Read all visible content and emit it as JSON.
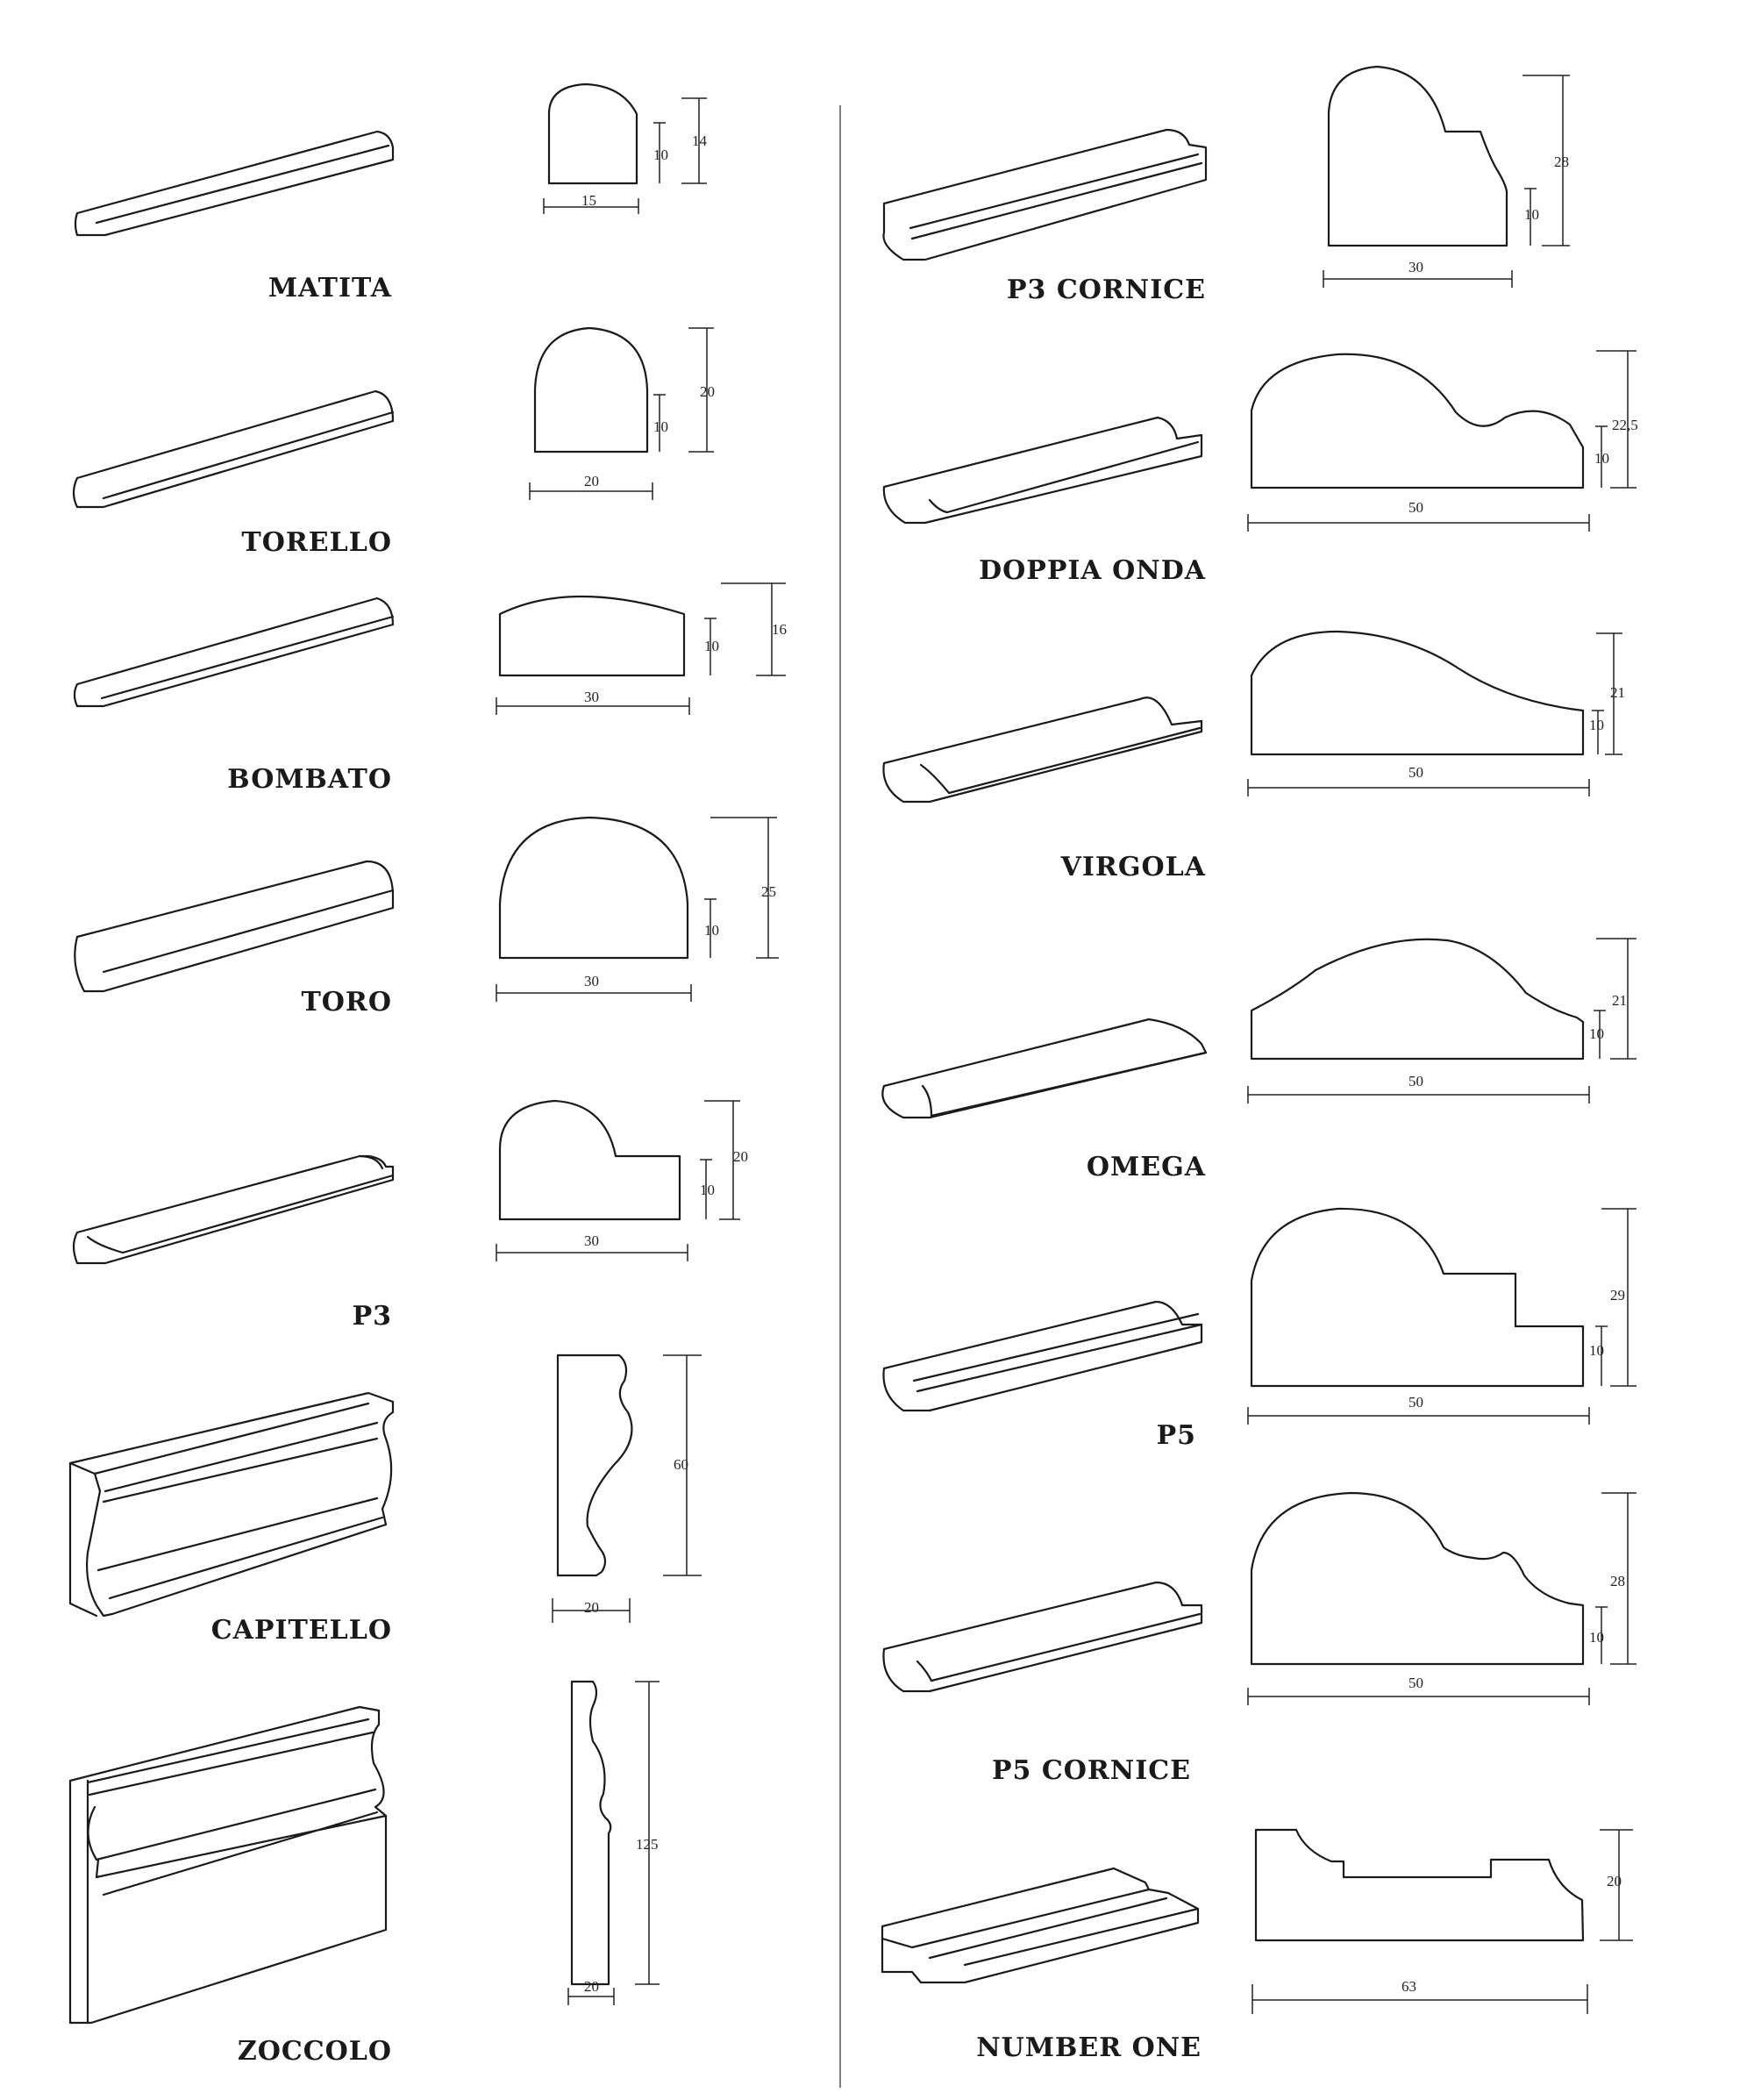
{
  "catalog": {
    "items": [
      {
        "label": "MATITA",
        "width": "15",
        "height": "14",
        "base": "10"
      },
      {
        "label": "TORELLO",
        "width": "20",
        "height": "20",
        "base": "10"
      },
      {
        "label": "BOMBATO",
        "width": "30",
        "height": "16",
        "base": "10"
      },
      {
        "label": "TORO",
        "width": "30",
        "height": "25",
        "base": "10"
      },
      {
        "label": "P3",
        "width": "30",
        "height": "20",
        "base": "10"
      },
      {
        "label": "CAPITELLO",
        "width": "20",
        "height": "60"
      },
      {
        "label": "ZOCCOLO",
        "width": "20",
        "height": "125"
      },
      {
        "label": "P3 CORNICE",
        "width": "30",
        "height": "28",
        "base": "10"
      },
      {
        "label": "DOPPIA ONDA",
        "width": "50",
        "height": "22,5",
        "base": "10"
      },
      {
        "label": "VIRGOLA",
        "width": "50",
        "height": "21",
        "base": "10"
      },
      {
        "label": "OMEGA",
        "width": "50",
        "height": "21",
        "base": "10"
      },
      {
        "label": "P5",
        "width": "50",
        "height": "29",
        "base": "10"
      },
      {
        "label": "P5 CORNICE",
        "width": "50",
        "height": "28",
        "base": "10"
      },
      {
        "label": "NUMBER ONE",
        "width": "63",
        "height": "20"
      }
    ]
  }
}
